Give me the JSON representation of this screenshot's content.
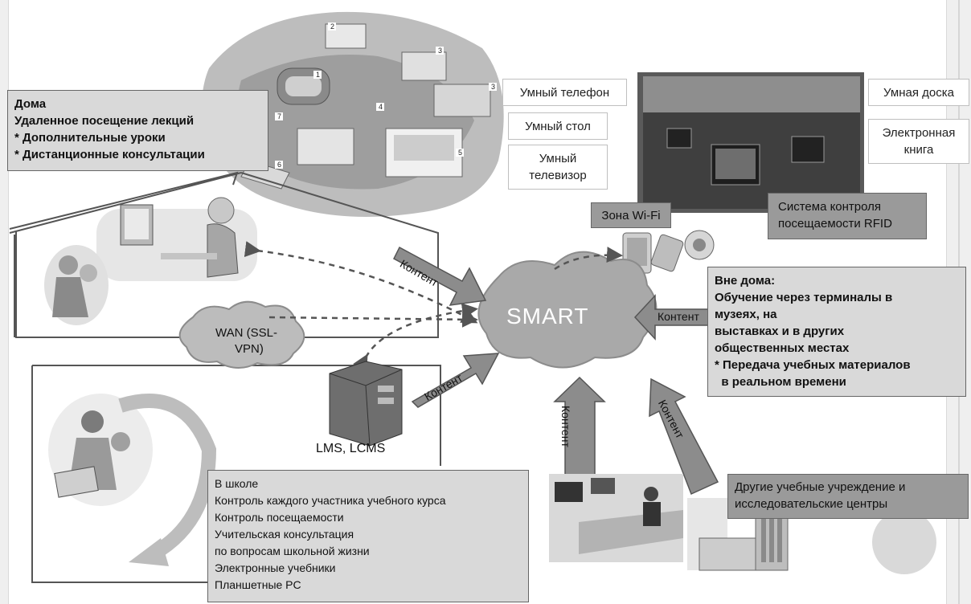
{
  "home_box": {
    "lines": [
      "Дома",
      "Удаленное посещение лекций",
      "* Дополнительные уроки",
      "* Дистанционные консультации"
    ]
  },
  "devices": {
    "smart_phone": "Умный телефон",
    "smart_table": "Умный стол",
    "smart_tv_line1": "Умный",
    "smart_tv_line2": "телевизор",
    "smart_board": "Умная доска",
    "ebook_line1": "Электронная",
    "ebook_line2": "книга"
  },
  "wifi_zone": "Зона Wi-Fi",
  "rfid_box": {
    "line1": "Система контроля",
    "line2": "посещаемости RFID"
  },
  "cloud_center": "SMART",
  "wan_cloud": {
    "line1": "WAN (SSL-",
    "line2": "VPN)"
  },
  "server_label": "LMS, LCMS",
  "outside_box": {
    "lines": [
      "Вне дома:",
      "Обучение через терминалы в",
      "музеях, на",
      "выставках и в других",
      "общественных местах",
      "* Передача учебных материалов",
      "  в реальном времени"
    ]
  },
  "school_box": {
    "lines": [
      "В школе",
      "Контроль каждого участника учебного курса",
      "Контроль посещаемости",
      "Учительская консультация",
      "по вопросам школьной жизни",
      "Электронные учебники",
      "Планшетные PC"
    ]
  },
  "other_institutions": {
    "line1": "Другие учебные учреждение и",
    "line2": "исследовательские центры"
  },
  "arrow_labels": {
    "home_to_smart": "Контент",
    "school_to_smart": "Контент",
    "outside_to_smart": "Контент",
    "bottom_left_to_smart": "Контент",
    "bottom_right_to_smart": "Контент"
  },
  "campus_building_numbers": [
    "1",
    "2",
    "3",
    "3",
    "4",
    "5",
    "6",
    "7"
  ],
  "colors": {
    "cloud_gray": "#a9a9a9",
    "arrow_gray": "#8c8c8c",
    "label_box_gray": "#d9d9d9",
    "dark_label_box": "#9a9a9a",
    "dashed_link": "#555555"
  }
}
